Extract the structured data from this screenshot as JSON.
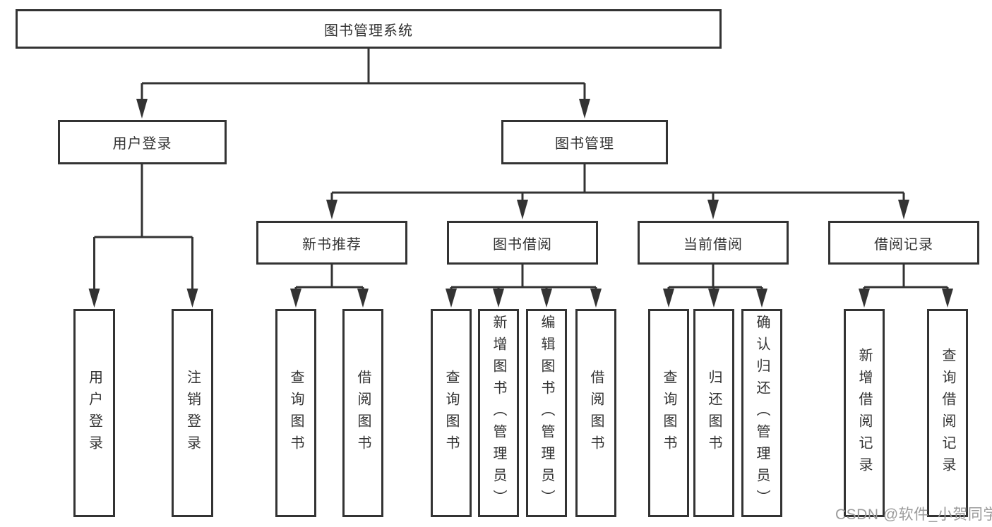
{
  "diagram": {
    "root": "图书管理系统",
    "children": [
      {
        "label": "用户登录",
        "children": [
          "用户登录",
          "注销登录"
        ]
      },
      {
        "label": "图书管理",
        "children": [
          {
            "label": "新书推荐",
            "children": [
              "查询图书",
              "借阅图书"
            ]
          },
          {
            "label": "图书借阅",
            "children": [
              "查询图书",
              "新增图书（管理员）",
              "编辑图书（管理员）",
              "借阅图书"
            ]
          },
          {
            "label": "当前借阅",
            "children": [
              "查询图书",
              "归还图书",
              "确认归还（管理员）"
            ]
          },
          {
            "label": "借阅记录",
            "children": [
              "新增借阅记录",
              "查询借阅记录"
            ]
          }
        ]
      }
    ]
  },
  "watermark": "CSDN @软件_小贺同学",
  "colors": {
    "line": "#333333",
    "text": "#333333",
    "background": "#ffffff",
    "watermark": "#9b9b9b"
  }
}
